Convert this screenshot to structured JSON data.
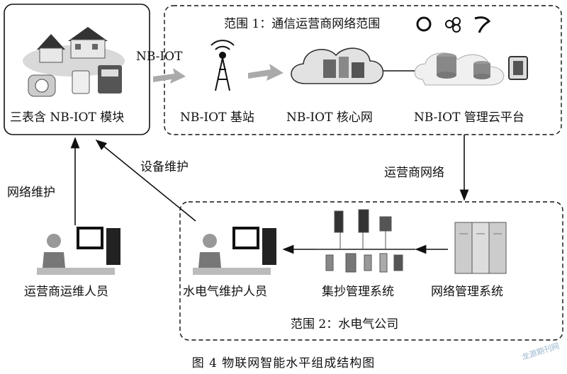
{
  "nodes": {
    "meters": "三表含 NB-IOT 模块",
    "base_station": "NB-IOT 基站",
    "core_network": "NB-IOT 核心网",
    "cloud_platform": "NB-IOT 管理云平台",
    "operator_staff": "运营商运维人员",
    "utility_staff": "水电气维护人员",
    "collection_system": "集抄管理系统",
    "network_mgmt": "网络管理系统"
  },
  "regions": {
    "scope1": "范围 1：通信运营商网络范围",
    "scope2": "范围 2：水电气公司"
  },
  "edges": {
    "nbiot_link": "NB-IOT",
    "operator_network": "运营商网络",
    "device_maintenance": "设备维护",
    "network_maintenance": "网络维护"
  },
  "caption": "图 4    物联网智能水平组成结构图",
  "watermark": "龙源期刊网",
  "icons": [
    "houses-icon",
    "meter-icon",
    "cell-tower-icon",
    "signal-bolt-icon",
    "cloud-server-icon",
    "database-icon",
    "server-rack-icon",
    "worker-computer-icon",
    "china-mobile-logo",
    "china-unicom-logo",
    "china-telecom-logo"
  ]
}
